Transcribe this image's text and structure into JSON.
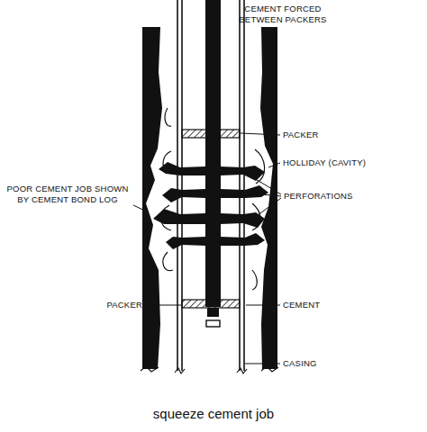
{
  "diagram": {
    "caption": "squeeze cement job",
    "labels": [
      "CEMENT FORCED BETWEEN PACKERS",
      "PACKER",
      "HOLLIDAY (CAVITY)",
      "PERFORATIONS",
      "POOR CEMENT JOB SHOWN BY CEMENT BOND LOG",
      "PACKER",
      "CEMENT",
      "CASING"
    ]
  }
}
